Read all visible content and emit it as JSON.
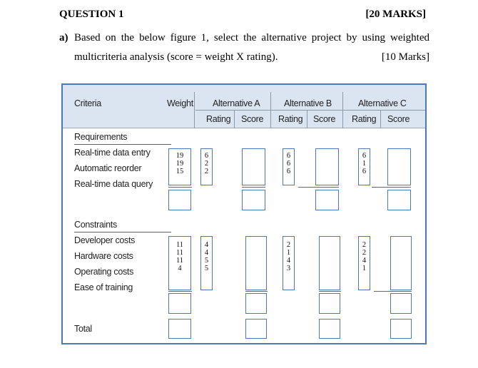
{
  "question": {
    "title": "QUESTION 1",
    "marks": "[20 MARKS]",
    "part_label": "a)",
    "part_text_line1": "Based on the below figure 1, select the alternative project by using weighted",
    "part_text_line2": "multicriteria analysis (score = weight X rating).",
    "part_marks": "[10 Marks]"
  },
  "figure": {
    "headers": {
      "criteria": "Criteria",
      "weight": "Weight",
      "alt_a": "Alternative A",
      "alt_b": "Alternative B",
      "alt_c": "Alternative C",
      "rating": "Rating",
      "score": "Score"
    },
    "requirements": {
      "title": "Requirements",
      "rows": [
        "Real-time data entry",
        "Automatic reorder",
        "Real-time data query"
      ],
      "weights": "19\n19\n15",
      "ratings_a": "6\n2\n2",
      "ratings_b": "6\n6\n6",
      "ratings_c": "6\n1\n6"
    },
    "constraints": {
      "title": "Constraints",
      "rows": [
        "Developer costs",
        "Hardware costs",
        "Operating costs",
        "Ease of training"
      ],
      "weights": "11\n11\n11\n4",
      "ratings_a": "4\n4\n5\n5",
      "ratings_b": "2\n1\n4\n3",
      "ratings_c": "2\n2\n4\n1"
    },
    "total_label": "Total"
  }
}
